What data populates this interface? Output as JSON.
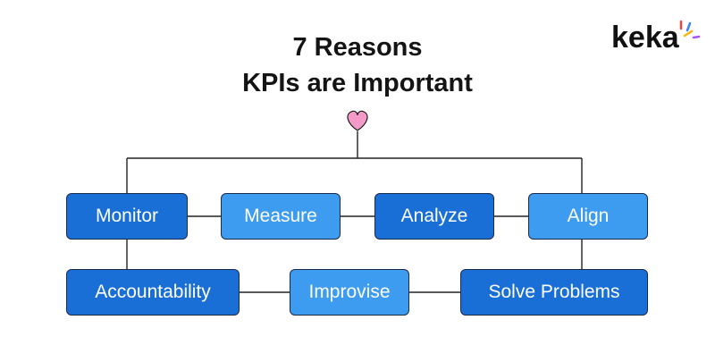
{
  "title": {
    "line1": "7 Reasons",
    "line2": "KPIs are Important"
  },
  "logo": {
    "text": "keka"
  },
  "colors": {
    "dark_box": "#1a6fd6",
    "light_box": "#3d9bf0",
    "heart": "#f49ac8",
    "line": "#222222"
  },
  "icons": {
    "heart": "heart-icon",
    "logo_rays": "sparkle-icon"
  },
  "nodes": [
    {
      "id": "monitor",
      "label": "Monitor",
      "shade": "dark"
    },
    {
      "id": "measure",
      "label": "Measure",
      "shade": "light"
    },
    {
      "id": "analyze",
      "label": "Analyze",
      "shade": "dark"
    },
    {
      "id": "align",
      "label": "Align",
      "shade": "light"
    },
    {
      "id": "accountability",
      "label": "Accountability",
      "shade": "dark"
    },
    {
      "id": "improvise",
      "label": "Improvise",
      "shade": "light"
    },
    {
      "id": "solve-problems",
      "label": "Solve Problems",
      "shade": "dark"
    }
  ],
  "edges": [
    [
      "heart",
      "monitor"
    ],
    [
      "heart",
      "align"
    ],
    [
      "monitor",
      "measure"
    ],
    [
      "measure",
      "analyze"
    ],
    [
      "analyze",
      "align"
    ],
    [
      "monitor",
      "accountability"
    ],
    [
      "accountability",
      "improvise"
    ],
    [
      "improvise",
      "solve-problems"
    ],
    [
      "align",
      "solve-problems"
    ]
  ]
}
